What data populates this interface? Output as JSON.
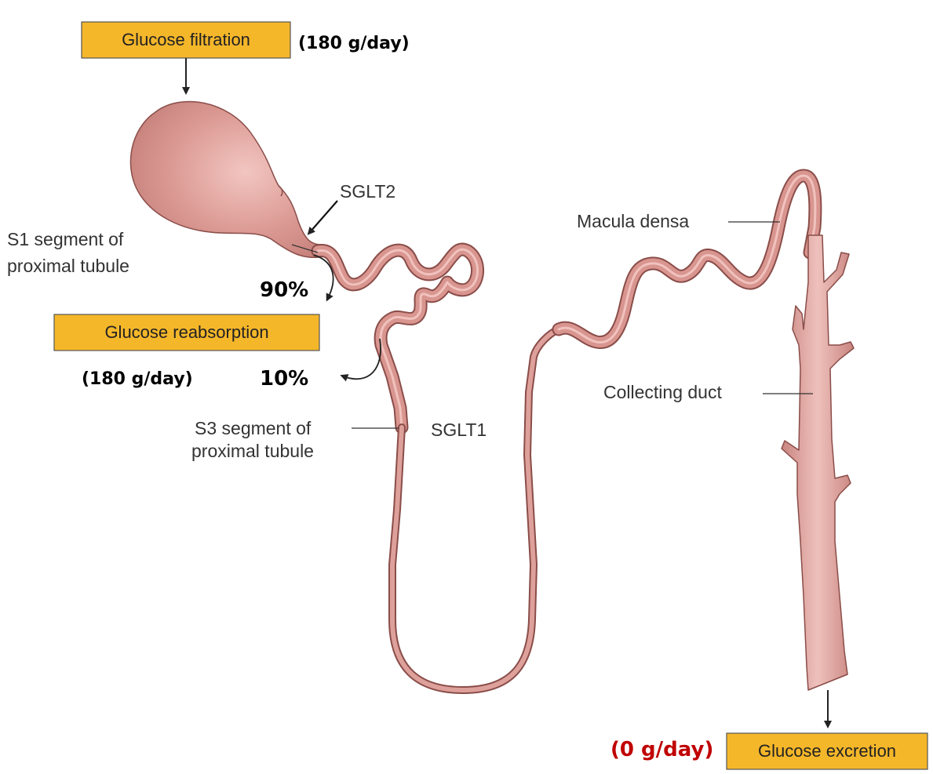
{
  "boxes": {
    "filtration": "Glucose filtration",
    "reabsorption": "Glucose reabsorption",
    "excretion": "Glucose excretion"
  },
  "rates": {
    "filtration": "(180 g/day)",
    "reabsorption": "(180 g/day)",
    "excretion": "(0 g/day)"
  },
  "percents": {
    "sglt2": "90%",
    "sglt1": "10%"
  },
  "labels": {
    "sglt2": "SGLT2",
    "sglt1": "SGLT1",
    "s1_line1": "S1 segment of",
    "s1_line2": "proximal tubule",
    "s3_line1": "S3 segment of",
    "s3_line2": "proximal tubule",
    "macula_densa": "Macula densa",
    "collecting_duct": "Collecting duct"
  },
  "colors": {
    "box_fill": "#f5b72a",
    "tubule": "#d9958f",
    "tubule_outline": "#8a4d49",
    "excretion_rate": "#c00000"
  }
}
